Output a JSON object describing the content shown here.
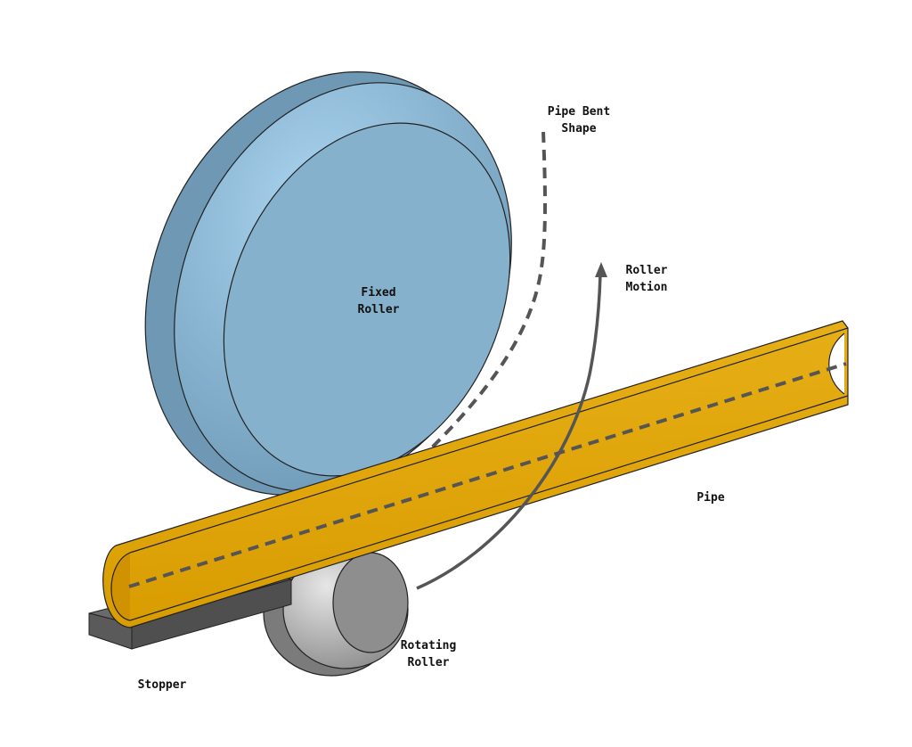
{
  "labels": {
    "pipe_bent_shape": [
      "Pipe Bent",
      "Shape"
    ],
    "roller_motion": [
      "Roller",
      "Motion"
    ],
    "fixed_roller": [
      "Fixed",
      "Roller"
    ],
    "pipe": "Pipe",
    "rotating_roller": [
      "Rotating",
      "Roller"
    ],
    "stopper": "Stopper"
  },
  "colors": {
    "fixed_roller": "#86b1cc",
    "fixed_roller_rim": "#9cc6e2",
    "pipe": "#e0a300",
    "pipe_edge": "#b98400",
    "rotating_roller": "#8c8c8c",
    "stopper": "#5e5e5e",
    "dashed_lines": "#555555",
    "arrow": "#555555"
  }
}
